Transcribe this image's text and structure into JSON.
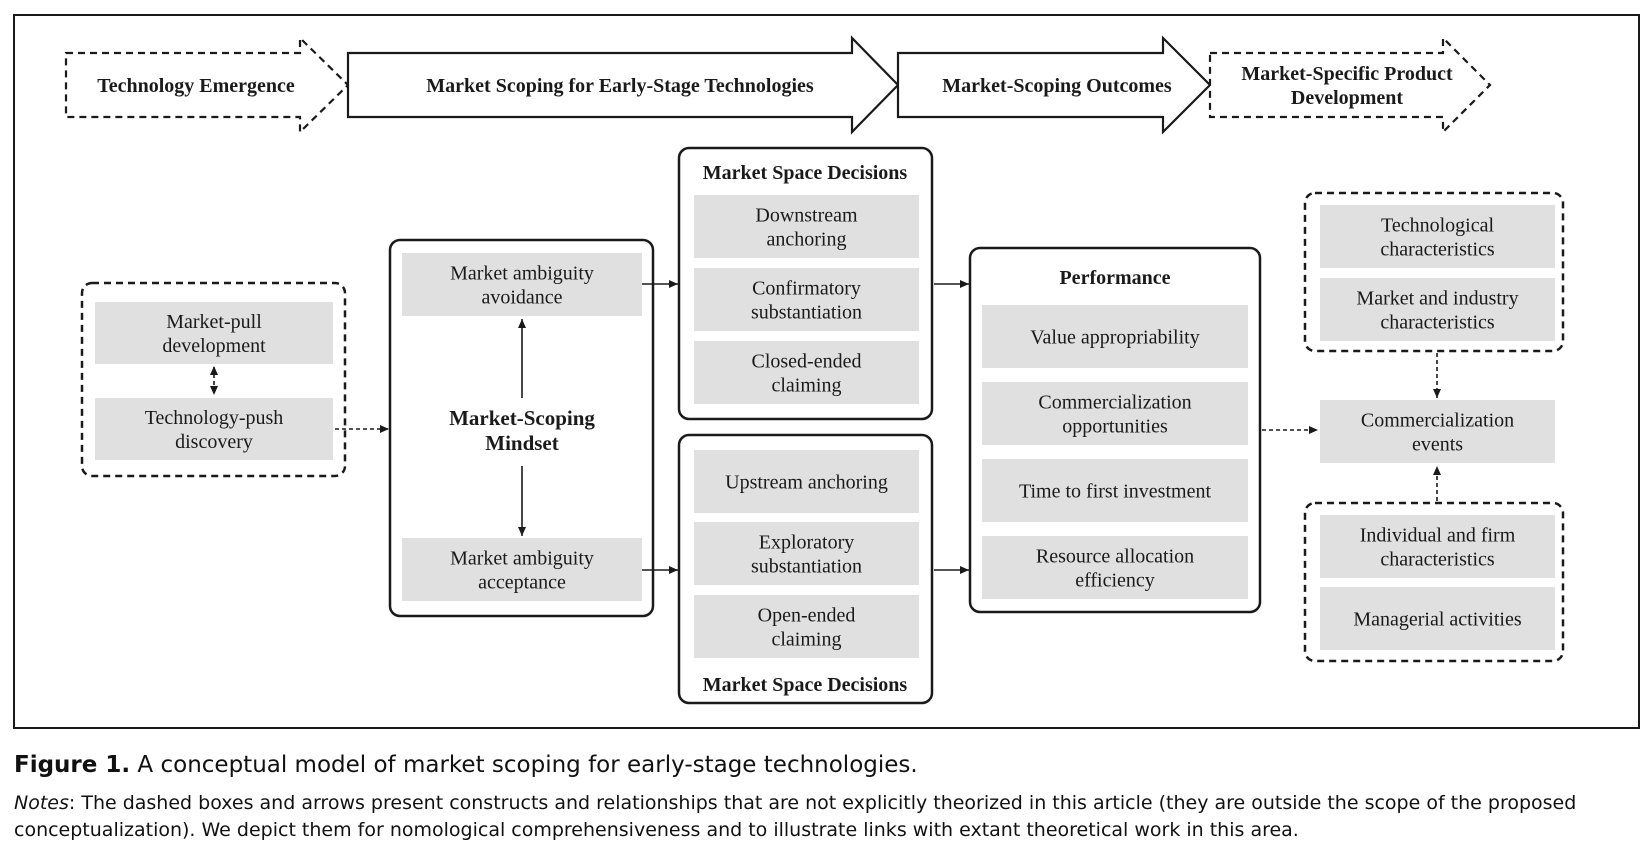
{
  "top_arrows": [
    {
      "id": "technology-emergence",
      "label": [
        "Technology Emergence"
      ],
      "dashed": true
    },
    {
      "id": "market-scoping",
      "label": [
        "Market Scoping for Early-Stage Technologies"
      ],
      "dashed": false
    },
    {
      "id": "market-scoping-outcomes",
      "label": [
        "Market-Scoping Outcomes"
      ],
      "dashed": false
    },
    {
      "id": "market-specific-product-development",
      "label": [
        "Market-Specific Product",
        "Development"
      ],
      "dashed": true
    }
  ],
  "discovery": {
    "items": [
      [
        "Market-pull",
        "development"
      ],
      [
        "Technology-push",
        "discovery"
      ]
    ]
  },
  "mindset": {
    "title": [
      "Market-Scoping",
      "Mindset"
    ],
    "avoidance": [
      "Market ambiguity",
      "avoidance"
    ],
    "acceptance": [
      "Market ambiguity",
      "acceptance"
    ]
  },
  "decisions_upper": {
    "title": "Market Space Decisions",
    "items": [
      [
        "Downstream",
        "anchoring"
      ],
      [
        "Confirmatory",
        "substantiation"
      ],
      [
        "Closed-ended",
        "claiming"
      ]
    ]
  },
  "decisions_lower": {
    "title": "Market Space Decisions",
    "items": [
      [
        "Upstream anchoring"
      ],
      [
        "Exploratory",
        "substantiation"
      ],
      [
        "Open-ended",
        "claiming"
      ]
    ]
  },
  "performance": {
    "title": "Performance",
    "items": [
      [
        "Value appropriability"
      ],
      [
        "Commercialization",
        "opportunities"
      ],
      [
        "Time to first investment"
      ],
      [
        "Resource allocation",
        "efficiency"
      ]
    ]
  },
  "characteristics": {
    "items": [
      [
        "Technological",
        "characteristics"
      ],
      [
        "Market and industry",
        "characteristics"
      ]
    ]
  },
  "events": {
    "label": [
      "Commercialization",
      "events"
    ]
  },
  "firm": {
    "items": [
      [
        "Individual and firm",
        "characteristics"
      ],
      [
        "Managerial activities"
      ]
    ]
  },
  "caption": {
    "label": "Figure 1.",
    "text": " A conceptual model of market scoping for early-stage technologies.",
    "notes_label": "Notes",
    "notes_text": ": The dashed boxes and arrows present constructs and relationships that are not explicitly theorized in this article (they are outside the scope of the proposed conceptualization). We depict them for nomological comprehensiveness and to illustrate links with extant theoretical work in this area."
  },
  "colors": {
    "box_fill": "#e0e0e0",
    "stroke": "#1a1a1a"
  }
}
